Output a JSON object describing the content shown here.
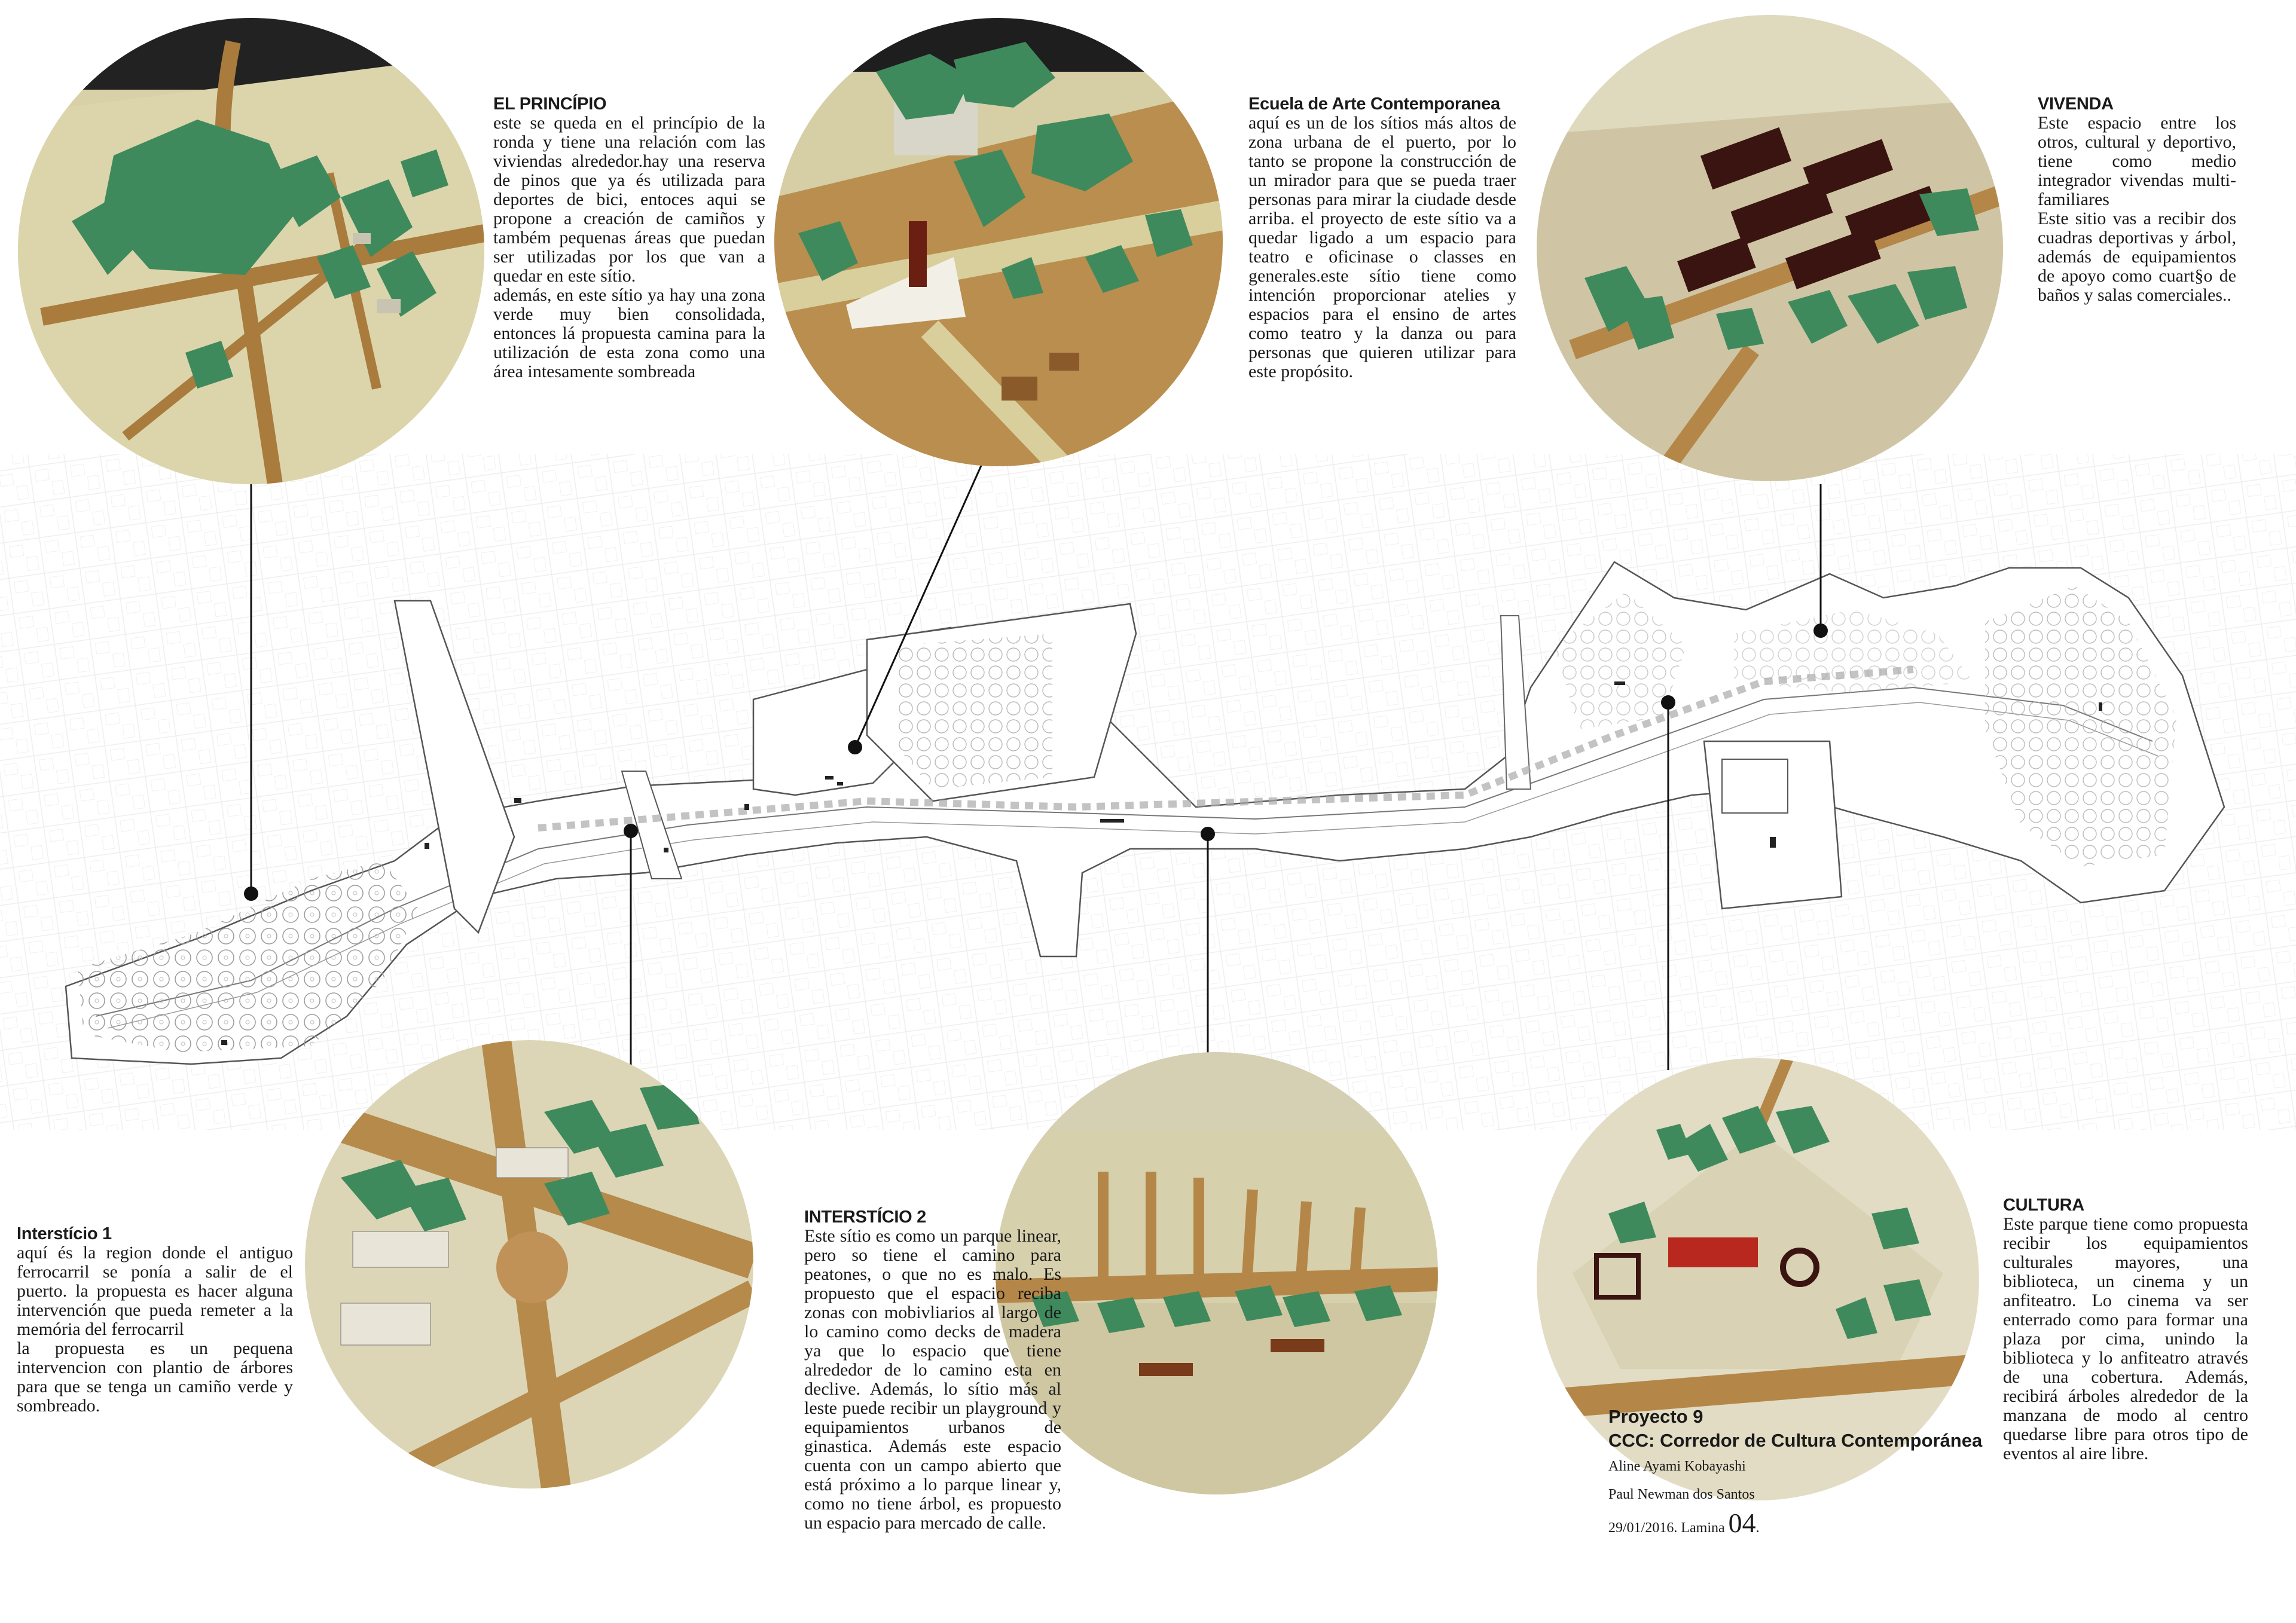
{
  "sections": {
    "principio": {
      "title": "EL PRINCÍPIO",
      "body": "este se queda en el princípio de la ronda y tiene una relación com las viviendas alrededor.hay una reserva de pinos que ya és utilizada para deportes de bici, entoces aqui se propone a creación de camiños y também pequenas áreas que puedan ser utilizadas por los que van a quedar en este sítio.",
      "body2": "además, en este sítio ya hay una zona verde muy bien consolidada, entonces lá propuesta camina para la utilización de esta zona como una área intesamente sombreada"
    },
    "escuela": {
      "title": "Ecuela de Arte Contemporanea",
      "body": "aquí es un de los sítios más altos de zona urbana de el puerto, por lo tanto se propone la construcción de un mirador para que se pueda traer personas para mirar la ciudade desde arriba. el proyecto de este sítio va a quedar ligado a um espacio para teatro e oficinase o classes en generales.este sítio tiene como intención proporcionar atelies y espacios para el ensino de artes como teatro y la danza ou para personas que quieren utilizar para este propósito."
    },
    "vivenda": {
      "title": "VIVENDA",
      "body": "Este espacio entre los otros, cultural y deportivo, tiene como medio integrador vivendas multi-familiares",
      "body2": "Este sitio vas a recibir dos cuadras deportivas y árbol, además de equipamientos de apoyo como cuart§o de baños y salas comerciales.."
    },
    "intersticio1": {
      "title": "Interstício 1",
      "body": "aquí és la region donde el antiguo ferrocarril se ponía a salir de el puerto. la propuesta es hacer alguna intervención que pueda remeter a la memória del ferrocarril",
      "body2": "la propuesta es un pequena intervencion con plantio de árbores para que se tenga un camiño verde y sombreado."
    },
    "intersticio2": {
      "title": "INTERSTÍCIO 2",
      "body": "Este sítio es como un parque linear, pero so tiene el camino para peatones, o que no es malo. Es propuesto que el espacio reciba zonas con mobivliarios al largo de lo camino como decks de madera ya que lo espacio que tiene alrededor de lo camino esta en declive. Además, lo sítio más al leste puede recibir un playground y equipamientos urbanos de ginastica. Además este espacio cuenta con un campo abierto que está próximo a lo parque linear y, como no tiene árbol, es propuesto un espacio para mercado de calle."
    },
    "cultura": {
      "title": "CULTURA",
      "body": "Este parque tiene como propuesta recibir los equipamientos culturales mayores, una biblioteca, un cinema y un anfiteatro. Lo cinema va ser enterrado como para formar una plaza por cima, unindo la biblioteca y lo anfiteatro através de una cobertura. Además, recibirá árboles alrededor de la manzana de modo al centro quedarse libre para otros tipo de eventos al aire libre."
    }
  },
  "credits": {
    "project": "Proyecto 9",
    "subtitle": "CCC: Corredor de  Cultura Contemporánea",
    "author1": "Aline Ayami Kobayashi",
    "author2": "Paul Newman dos Santos",
    "date": "29/01/2016. Lamina ",
    "sheet": "04",
    "sheet_suffix": "."
  },
  "colors": {
    "tree_green": "#3f8a5c",
    "board_cream": "#d9d3a8",
    "cardboard": "#a87a3c",
    "dark_block": "#3a1410",
    "red_block": "#b8281e"
  }
}
